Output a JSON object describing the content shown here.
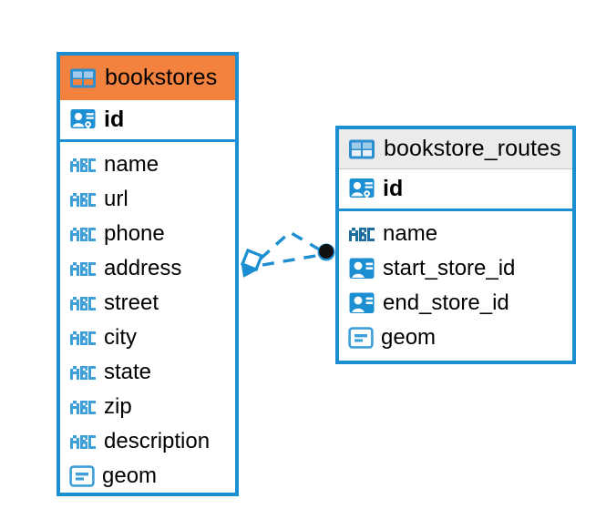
{
  "diagram": {
    "type": "entity-relationship-diagram",
    "background": "#ffffff",
    "accent_color": "#1B8FD1",
    "header_accent_color": "#F4823F",
    "header_neutral_color": "#EBEBEB",
    "endpoint_color": "#111111"
  },
  "tables": [
    {
      "name": "bookstores",
      "header_style": "accent",
      "table_icon": "table-grid-icon",
      "primary_key": {
        "label": "id",
        "icon": "primary-key-icon"
      },
      "fields": [
        {
          "label": "name",
          "icon": "text-type-icon"
        },
        {
          "label": "url",
          "icon": "text-type-icon"
        },
        {
          "label": "phone",
          "icon": "text-type-icon"
        },
        {
          "label": "address",
          "icon": "text-type-icon"
        },
        {
          "label": "street",
          "icon": "text-type-icon"
        },
        {
          "label": "city",
          "icon": "text-type-icon"
        },
        {
          "label": "state",
          "icon": "text-type-icon"
        },
        {
          "label": "zip",
          "icon": "text-type-icon"
        },
        {
          "label": "description",
          "icon": "text-type-icon"
        },
        {
          "label": "geom",
          "icon": "geometry-type-icon"
        }
      ]
    },
    {
      "name": "bookstore_routes",
      "header_style": "neutral",
      "table_icon": "table-grid-icon",
      "primary_key": {
        "label": "id",
        "icon": "primary-key-icon"
      },
      "fields": [
        {
          "label": "name",
          "icon": "text-type-icon"
        },
        {
          "label": "start_store_id",
          "icon": "foreign-key-icon"
        },
        {
          "label": "end_store_id",
          "icon": "foreign-key-icon"
        },
        {
          "label": "geom",
          "icon": "geometry-type-icon"
        }
      ]
    }
  ],
  "relationship": {
    "from_table": "bookstores",
    "to_table": "bookstore_routes",
    "line_style": "dashed",
    "line_color": "#1B8FD1",
    "source_marker": "diamond-marker-icon",
    "target_marker": "filled-circle-endpoint-icon"
  }
}
